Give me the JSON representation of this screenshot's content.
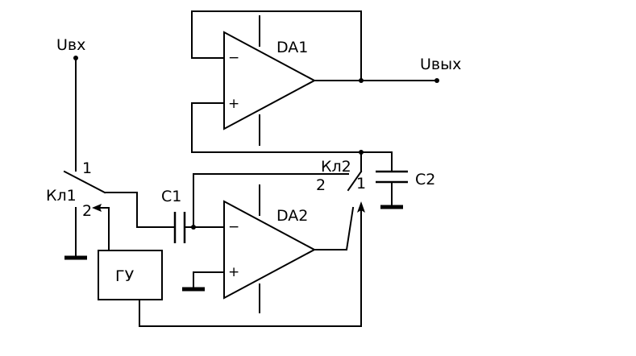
{
  "labels": {
    "uvx": "Uвх",
    "uvyx": "Uвых",
    "da1": "DA1",
    "da2": "DA2",
    "kl1": "Кл1",
    "kl2": "Кл2",
    "c1": "C1",
    "c2": "C2",
    "gu": "ГУ",
    "kl1_pos1": "1",
    "kl1_pos2": "2",
    "kl2_pos1": "1",
    "kl2_pos2": "2",
    "minus": "−",
    "plus": "+"
  }
}
